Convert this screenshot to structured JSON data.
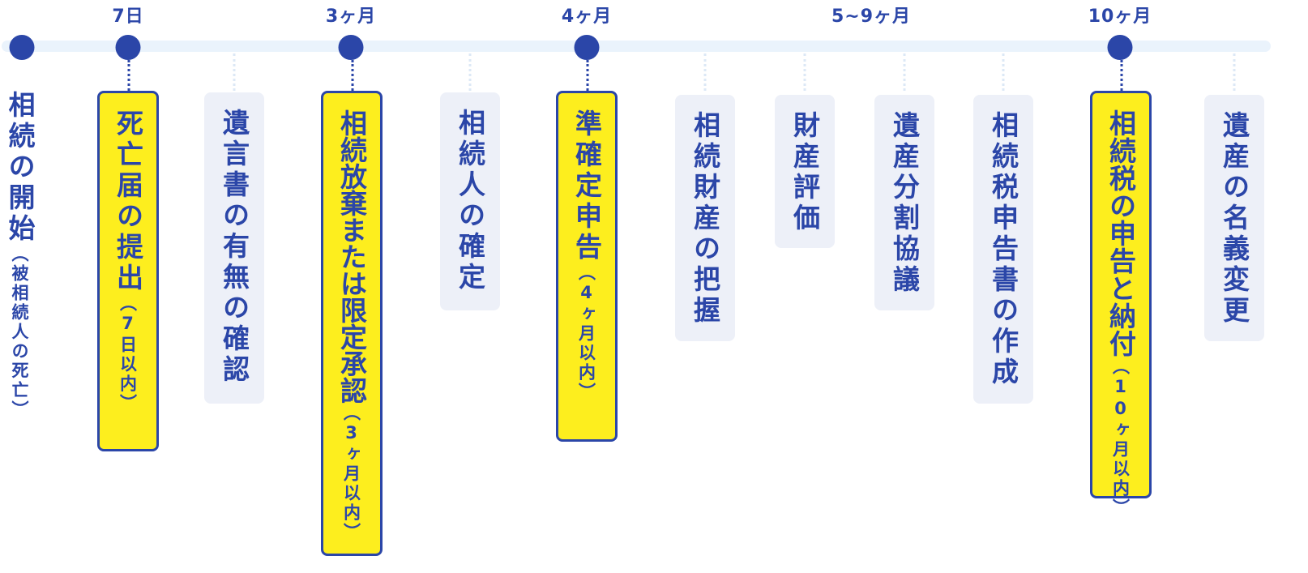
{
  "colors": {
    "primary": "#2B46A8",
    "highlight": "#FDEE1E",
    "neutral_box": "#EDF0F8",
    "timeline": "#EAF3FC"
  },
  "periods": [
    {
      "label": "7日"
    },
    {
      "label": "3ヶ月"
    },
    {
      "label": "4ヶ月"
    },
    {
      "label": "5~9ヶ月"
    },
    {
      "label": "10ヶ月"
    }
  ],
  "steps": [
    {
      "title": "相続の開始",
      "note": "（被相続人の死亡）",
      "style": "plain"
    },
    {
      "title": "死亡届の提出",
      "note": "（7日以内）",
      "style": "highlight"
    },
    {
      "title": "遺言書の有無の確認",
      "note": "",
      "style": "neutral"
    },
    {
      "title": "相続放棄または限定承認",
      "note": "（3ヶ月以内）",
      "style": "highlight"
    },
    {
      "title": "相続人の確定",
      "note": "",
      "style": "neutral"
    },
    {
      "title": "準確定申告",
      "note": "（4ヶ月以内）",
      "style": "highlight"
    },
    {
      "title": "相続財産の把握",
      "note": "",
      "style": "neutral"
    },
    {
      "title": "財産評価",
      "note": "",
      "style": "neutral"
    },
    {
      "title": "遺産分割協議",
      "note": "",
      "style": "neutral"
    },
    {
      "title": "相続税申告書の作成",
      "note": "",
      "style": "neutral"
    },
    {
      "title": "相続税の申告と納付",
      "note": "（10ヶ月以内）",
      "style": "highlight"
    },
    {
      "title": "遺産の名義変更",
      "note": "",
      "style": "neutral"
    }
  ]
}
